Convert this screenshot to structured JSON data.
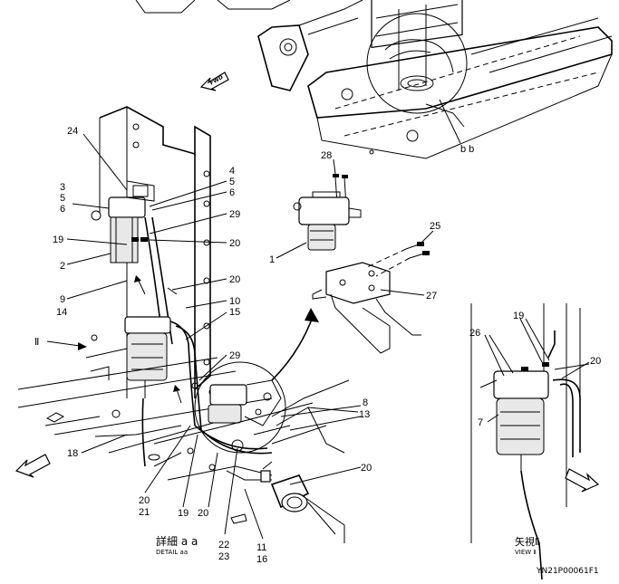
{
  "callouts": {
    "c24": "24",
    "c3": "3",
    "c5a": "5",
    "c6a": "6",
    "c19a": "19",
    "c2": "2",
    "c9": "9",
    "c14": "14",
    "c4": "4",
    "c5b": "5",
    "c6b": "6",
    "c29a": "29",
    "c20a": "20",
    "c20b": "20",
    "c10": "10",
    "c15": "15",
    "c29b": "29",
    "c8": "8",
    "c13": "13",
    "c18": "18",
    "c20c": "20",
    "c21": "21",
    "c19b": "19",
    "c20d": "20",
    "c22": "22",
    "c23": "23",
    "c11": "11",
    "c16": "16",
    "c20e": "20",
    "c28": "28",
    "c25": "25",
    "c1": "1",
    "c27": "27",
    "c26": "26",
    "c19c": "19",
    "c20f": "20",
    "c7": "7",
    "bb": "b b",
    "view_marker": "Ⅱ"
  },
  "captions": {
    "detail_jp": "詳細 a a",
    "detail_en": "DETAIL aa",
    "view_jp": "矢視Ⅱ",
    "view_en": "VIEW Ⅱ",
    "figure_id": "YN21P00061F1"
  },
  "fwd_label": "FWD",
  "icons": [
    "fwd-arrow-icon",
    "section-arrow-icon"
  ]
}
